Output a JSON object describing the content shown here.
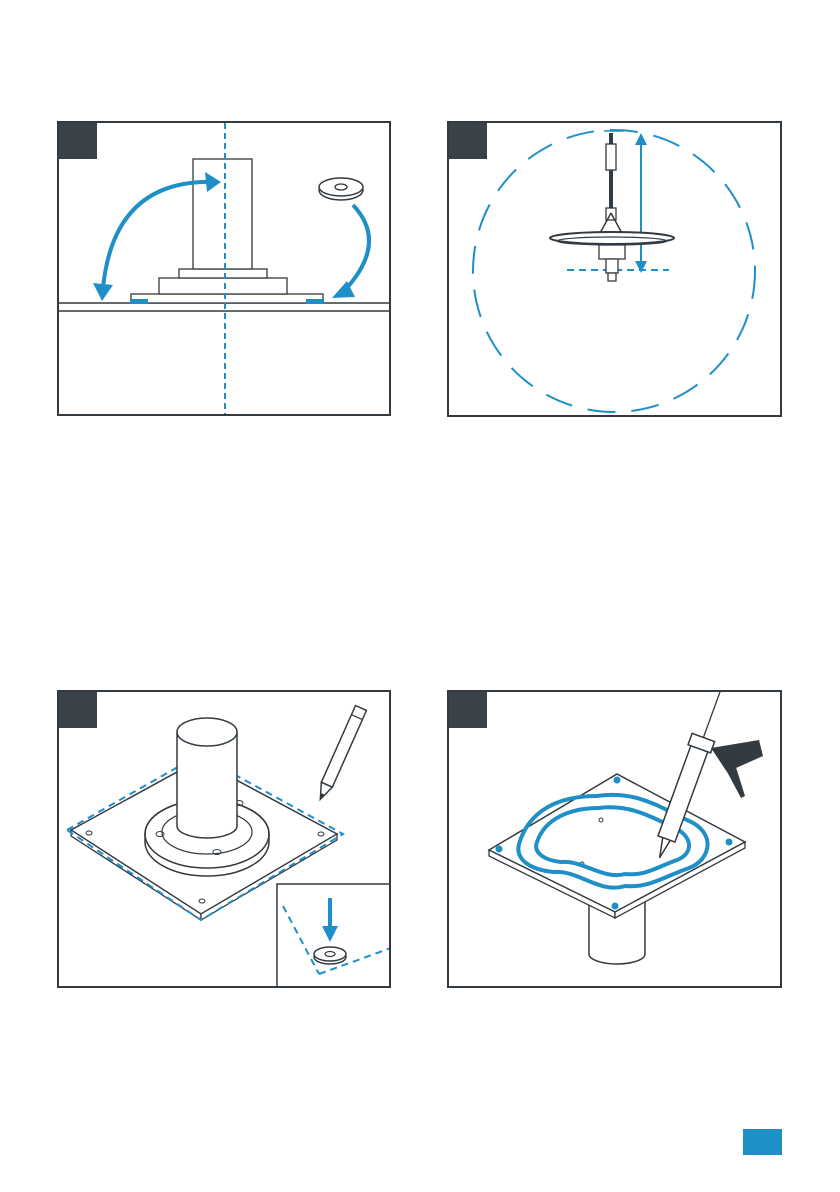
{
  "colors": {
    "accent": "#1f8fc8",
    "frame": "#333a40",
    "badge": "#3a4148"
  },
  "panels": [
    {
      "id": "p1",
      "icon": "post-and-washer-placement-icon"
    },
    {
      "id": "p2",
      "icon": "umbrella-rotation-clearance-icon"
    },
    {
      "id": "p3",
      "icon": "pencil-mark-outline-icon"
    },
    {
      "id": "p4",
      "icon": "sealant-gun-icon"
    }
  ]
}
